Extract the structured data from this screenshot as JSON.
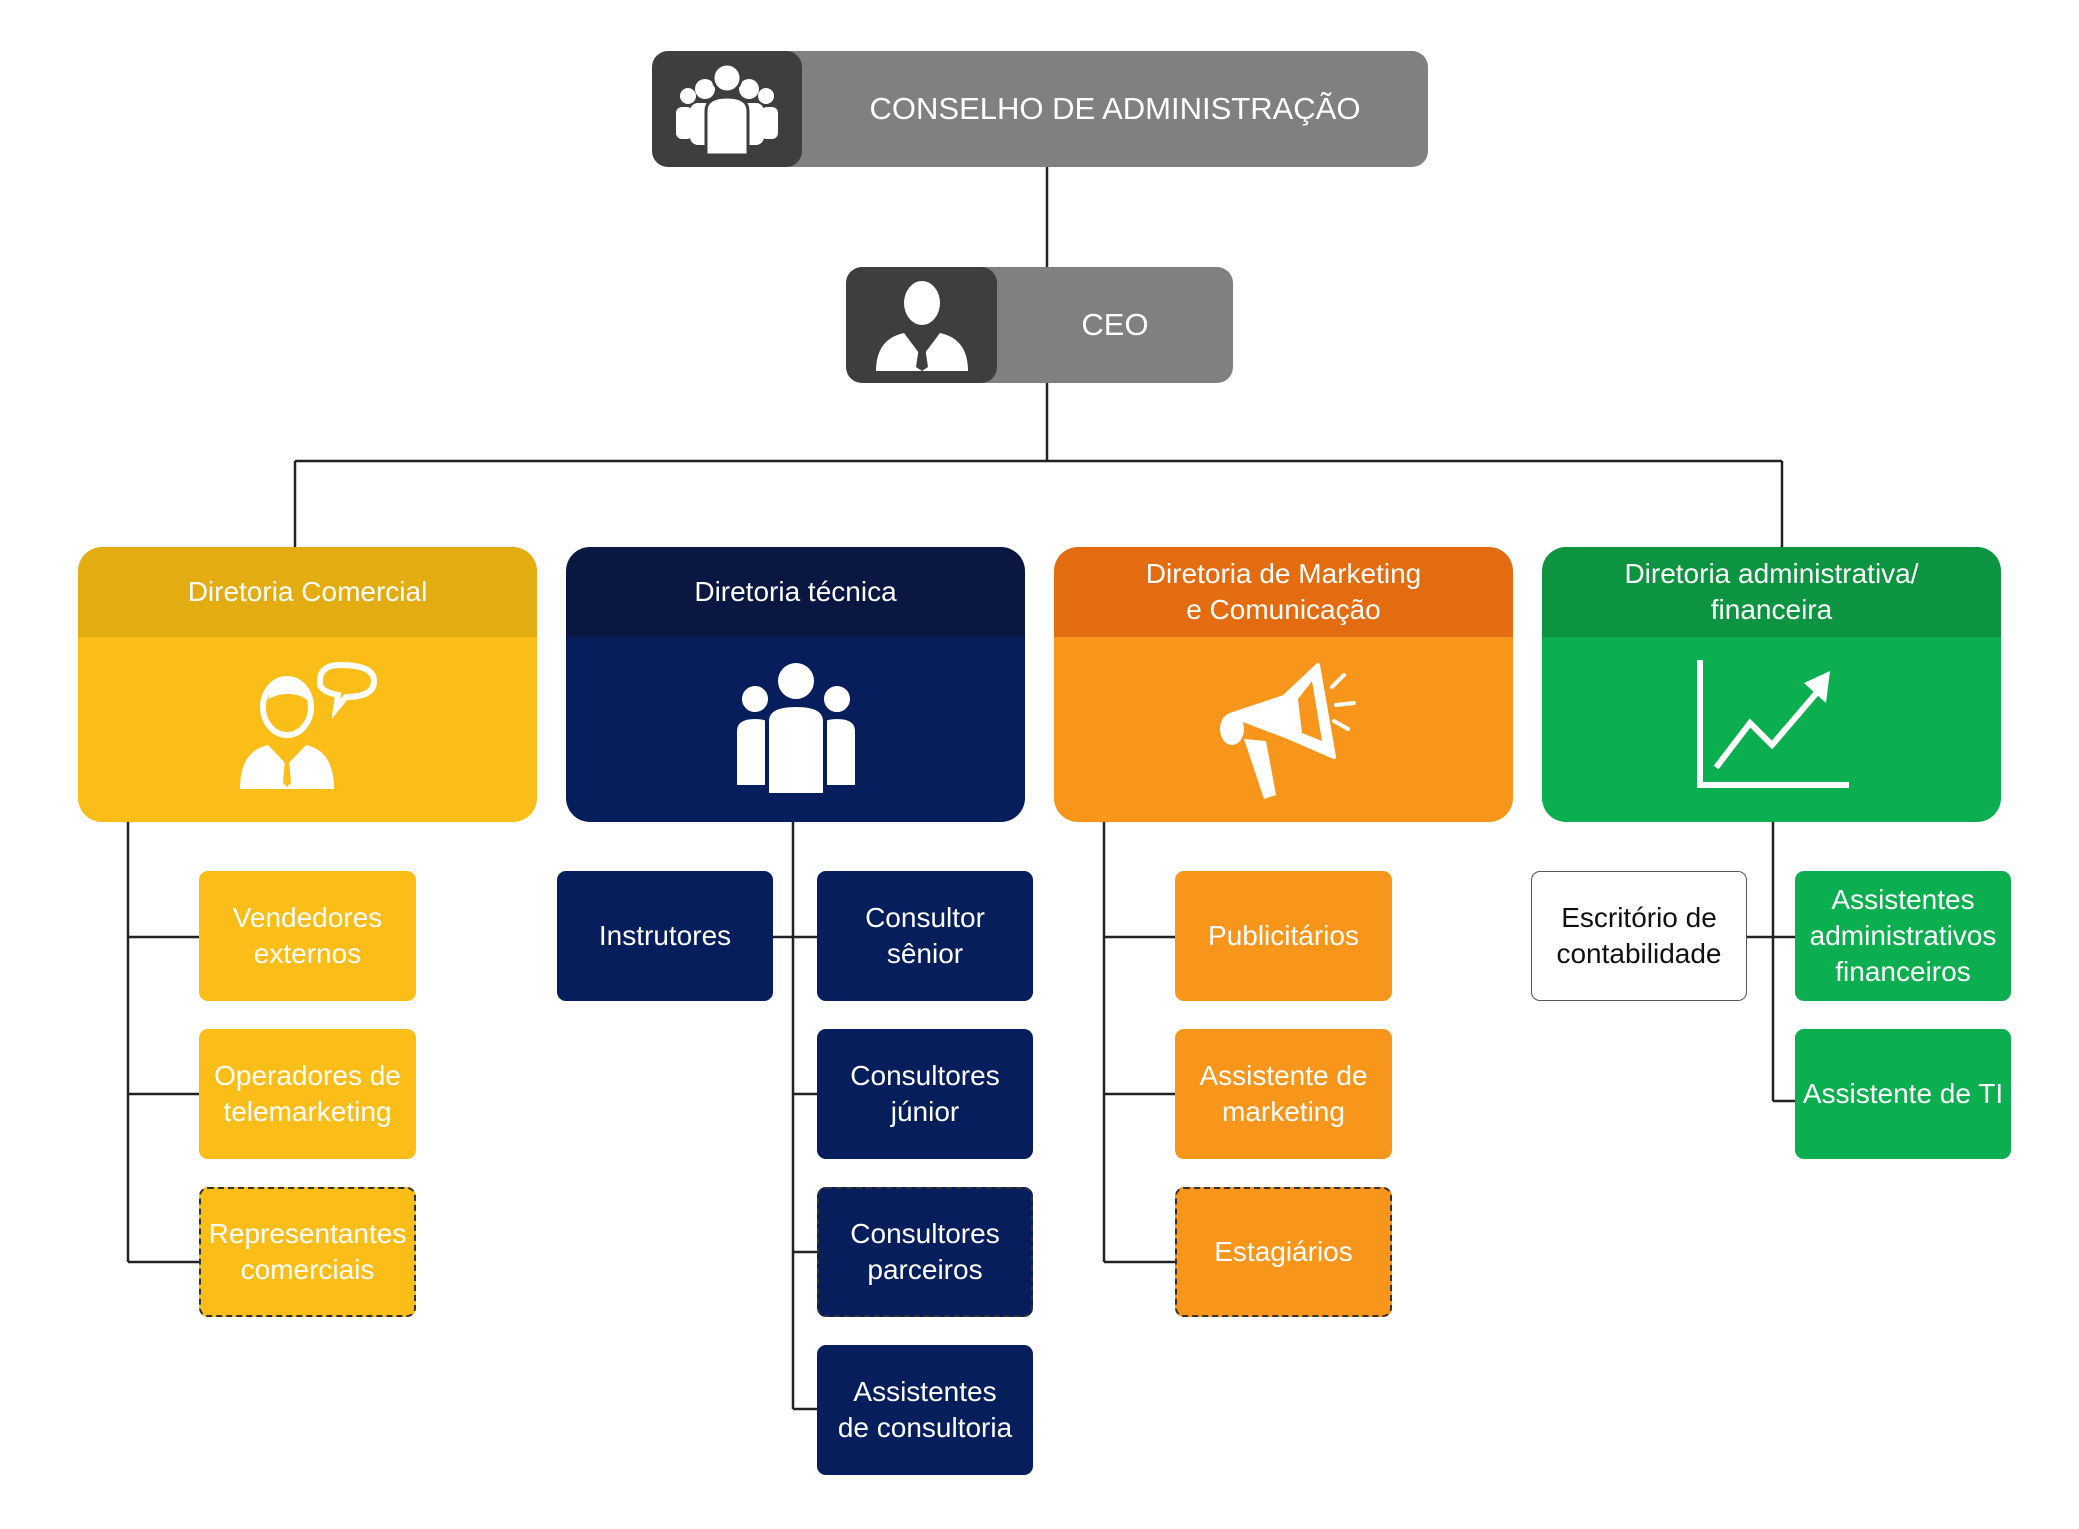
{
  "colors": {
    "top_dark": "#3e3e3e",
    "top_gray": "#808080",
    "comercial_head": "#e3ad12",
    "comercial_body": "#fbbd17",
    "tecnica_head": "#0a1742",
    "tecnica_body": "#061f5c",
    "marketing_head": "#e36c11",
    "marketing_body": "#f8961b",
    "admin_head": "#0c9440",
    "admin_body": "#0caf4f",
    "line": "#222222"
  },
  "board": {
    "title": "CONSELHO DE ADMINISTRAÇÃO",
    "icon": "group-icon"
  },
  "ceo": {
    "title": "CEO",
    "icon": "businessman-icon"
  },
  "directorates": [
    {
      "title": "Diretoria Comercial",
      "icon": "salesperson-speech-icon",
      "subunits": [
        {
          "label": "Vendedores\nexternos",
          "dashed": false
        },
        {
          "label": "Operadores de\ntelemarketing",
          "dashed": false
        },
        {
          "label": "Representantes\ncomerciais",
          "dashed": true
        }
      ]
    },
    {
      "title": "Diretoria técnica",
      "icon": "team-icon",
      "subunits": [
        {
          "label": "Instrutores",
          "dashed": false
        },
        {
          "label": "Consultor\nsênior",
          "dashed": false
        },
        {
          "label": "Consultores\njúnior",
          "dashed": false
        },
        {
          "label": "Consultores\nparceiros",
          "dashed": true
        },
        {
          "label": "Assistentes\nde consultoria",
          "dashed": false
        }
      ]
    },
    {
      "title": "Diretoria de Marketing\ne Comunicação",
      "icon": "megaphone-icon",
      "subunits": [
        {
          "label": "Publicitários",
          "dashed": false
        },
        {
          "label": "Assistente de\nmarketing",
          "dashed": false
        },
        {
          "label": "Estagiários",
          "dashed": true
        }
      ]
    },
    {
      "title": "Diretoria  administrativa/\nfinanceira",
      "icon": "growth-chart-icon",
      "subunits": [
        {
          "label": "Escritório de\ncontabilidade",
          "dashed": false
        },
        {
          "label": "Assistentes\nadministrativos\nfinanceiros",
          "dashed": false
        },
        {
          "label": "Assistente de TI",
          "dashed": false
        }
      ]
    }
  ]
}
